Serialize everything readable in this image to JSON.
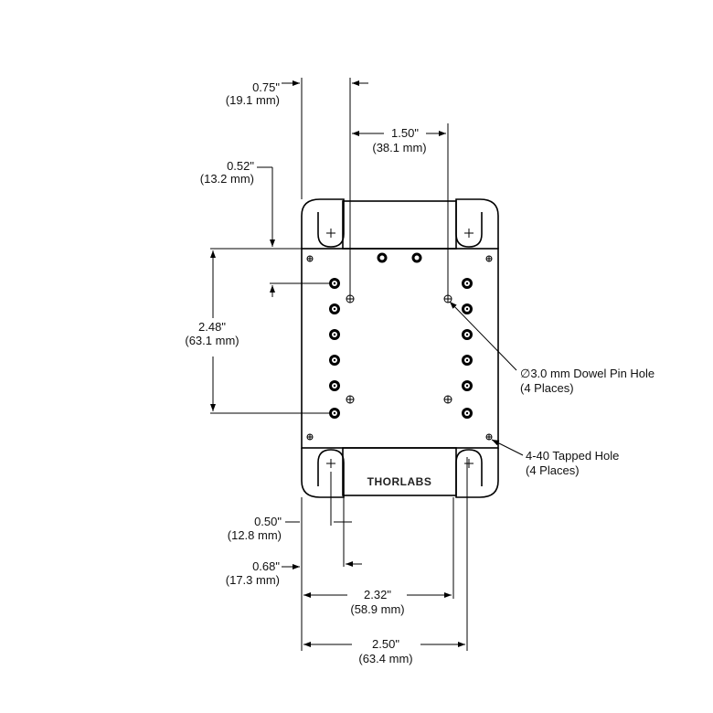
{
  "brand": "THORLABS",
  "dimensions": {
    "d075": {
      "in": "0.75\"",
      "mm": "(19.1 mm)"
    },
    "d150": {
      "in": "1.50\"",
      "mm": "(38.1 mm)"
    },
    "d052": {
      "in": "0.52\"",
      "mm": "(13.2 mm)"
    },
    "d248": {
      "in": "2.48\"",
      "mm": "(63.1 mm)"
    },
    "d050": {
      "in": "0.50\"",
      "mm": "(12.8 mm)"
    },
    "d068": {
      "in": "0.68\"",
      "mm": "(17.3 mm)"
    },
    "d232": {
      "in": "2.32\"",
      "mm": "(58.9 mm)"
    },
    "d250": {
      "in": "2.50\"",
      "mm": "(63.4 mm)"
    }
  },
  "callouts": {
    "dowel": {
      "line1": "∅3.0 mm Dowel Pin Hole",
      "line2": "(4 Places)"
    },
    "tapped": {
      "line1": "4-40 Tapped Hole",
      "line2": "(4 Places)"
    }
  }
}
